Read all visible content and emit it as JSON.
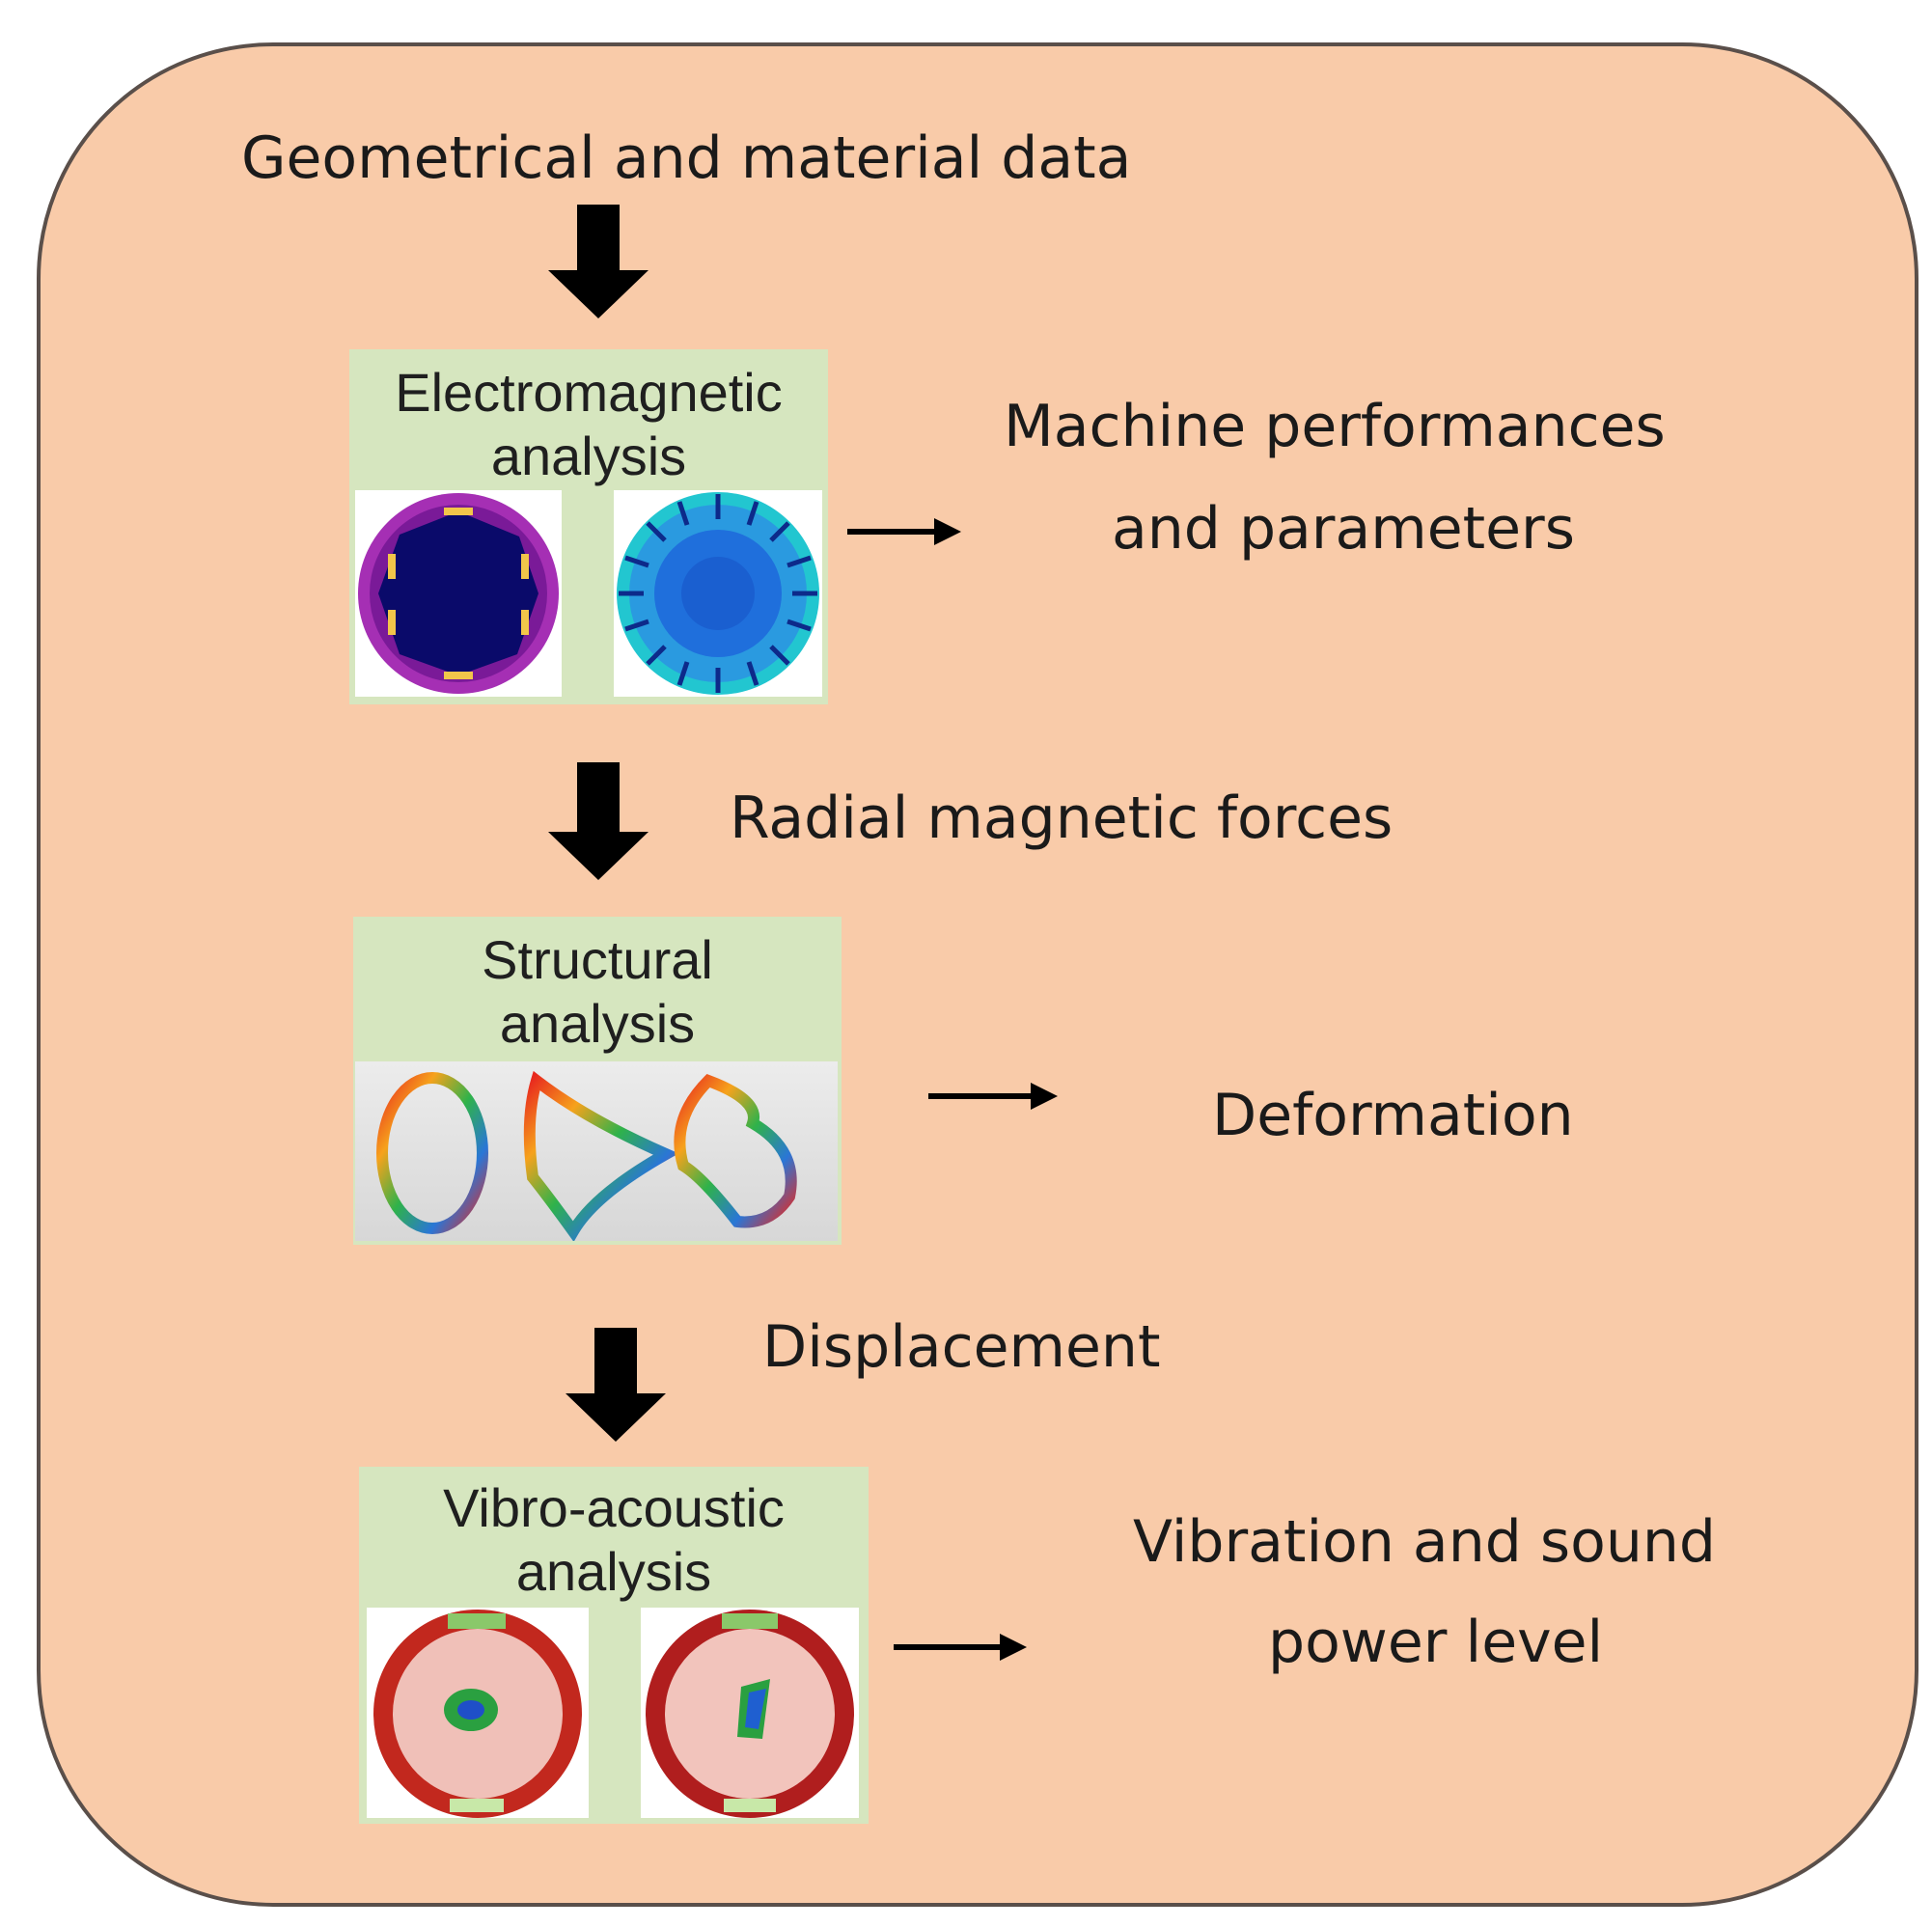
{
  "input_label": "Geometrical and material data",
  "stages": [
    {
      "title_line1": "Electromagnetic",
      "title_line2": "analysis",
      "output_line1": "Machine performances",
      "output_line2": "and parameters"
    },
    {
      "transfer_label": "Radial magnetic forces",
      "title_line1": "Structural",
      "title_line2": "analysis",
      "output_line1": "Deformation"
    },
    {
      "transfer_label": "Displacement",
      "title_line1": "Vibro-acoustic",
      "title_line2": "analysis",
      "output_line1": "Vibration and sound",
      "output_line2": "power level"
    }
  ],
  "colors": {
    "panel_background": "#f9cba9",
    "panel_border": "#5a4f4a",
    "box_background": "#d6e6bf",
    "arrow": "#000000"
  }
}
